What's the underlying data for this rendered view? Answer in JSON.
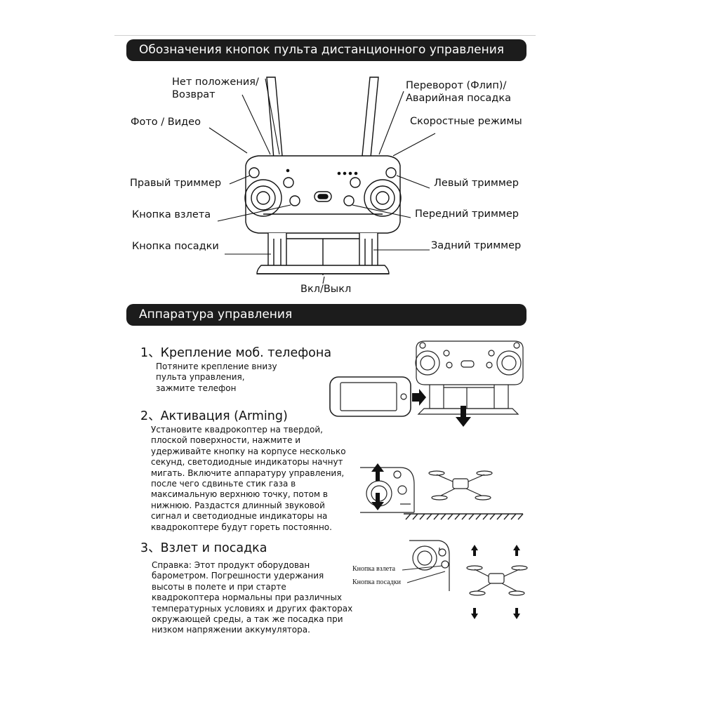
{
  "header1": "Обозначения кнопок пульта дистанционного управления",
  "labels": {
    "no_position_return": "Нет положения/\nВозврат",
    "flip_emergency": "Переворот (Флип)/\nАварийная посадка",
    "photo_video": "Фото / Видео",
    "speed_modes": "Скоростные режимы",
    "right_trimmer": "Правый триммер",
    "left_trimmer": "Левый триммер",
    "takeoff_button": "Кнопка взлета",
    "front_trimmer": "Передний триммер",
    "landing_button": "Кнопка посадки",
    "rear_trimmer": "Задний триммер",
    "power": "Вкл/Выкл"
  },
  "header2": "Аппаратура управления",
  "sections": [
    {
      "title": "1、Крепление моб. телефона",
      "body": "Потяните крепление внизу\nпульта управления,\nзажмите телефон"
    },
    {
      "title": "2、Активация (Arming)",
      "body": "Установите квадрокоптер на твердой,\nплоской поверхности, нажмите и\nудерживайте кнопку на корпусе несколько\nсекунд, светодиодные индикаторы начнут\nмигать. Включите аппаратуру управления,\nпосле чего сдвиньте стик газа в\nмаксимальную верхнюю точку, потом в\nнижнюю. Раздастся длинный звуковой\nсигнал и светодиодные индикаторы на\nквадрокоптере будут гореть постоянно."
    },
    {
      "title": "3、Взлет и посадка",
      "body": "Справка: Этот продукт оборудован\nбарометром. Погрешности удержания\nвысоты в полете и при старте\nквадрокоптера нормальны при различных\nтемпературных условиях и других факторах\nокружающей среды, а так же посадка при\nнизком напряжении аккумулятора."
    }
  ],
  "diagram_labels": {
    "takeoff": "Кнопка взлета",
    "landing": "Кнопка посадки"
  }
}
